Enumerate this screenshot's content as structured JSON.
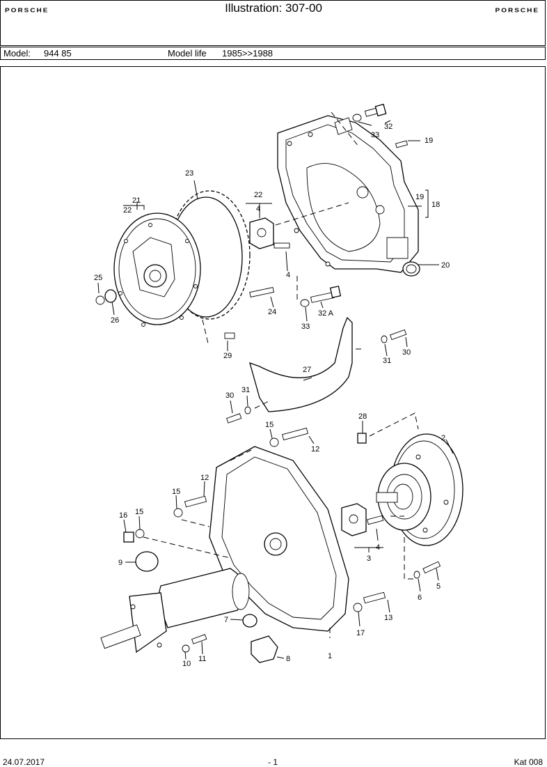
{
  "header": {
    "brand_left": "PORSCHE",
    "title": "Illustration: 307-00",
    "brand_right": "PORSCHE"
  },
  "model": {
    "model_label": "Model:",
    "model_value": "944 85",
    "life_label": "Model life",
    "life_value": "1985>>1988"
  },
  "callouts": {
    "c1": "1",
    "c2": "2",
    "c3": "3",
    "c4a": "4",
    "c4b": "4",
    "c4c": "4",
    "c5": "5",
    "c6": "6",
    "c7": "7",
    "c8": "8",
    "c9": "9",
    "c10": "10",
    "c11": "11",
    "c12a": "12",
    "c12b": "12",
    "c13": "13",
    "c15a": "15",
    "c15b": "15",
    "c15c": "15",
    "c16": "16",
    "c17": "17",
    "c18": "18",
    "c19a": "19",
    "c19b": "19",
    "c20": "20",
    "c21": "21",
    "c22a": "22",
    "c22b": "22",
    "c23": "23",
    "c24": "24",
    "c25": "25",
    "c26": "26",
    "c27": "27",
    "c28": "28",
    "c29": "29",
    "c30a": "30",
    "c30b": "30",
    "c31a": "31",
    "c31b": "31",
    "c32": "32",
    "c32a": "32 A",
    "c33a": "33",
    "c33b": "33"
  },
  "footer": {
    "date": "24.07.2017",
    "page": "- 1",
    "catalog": "Kat 008"
  }
}
